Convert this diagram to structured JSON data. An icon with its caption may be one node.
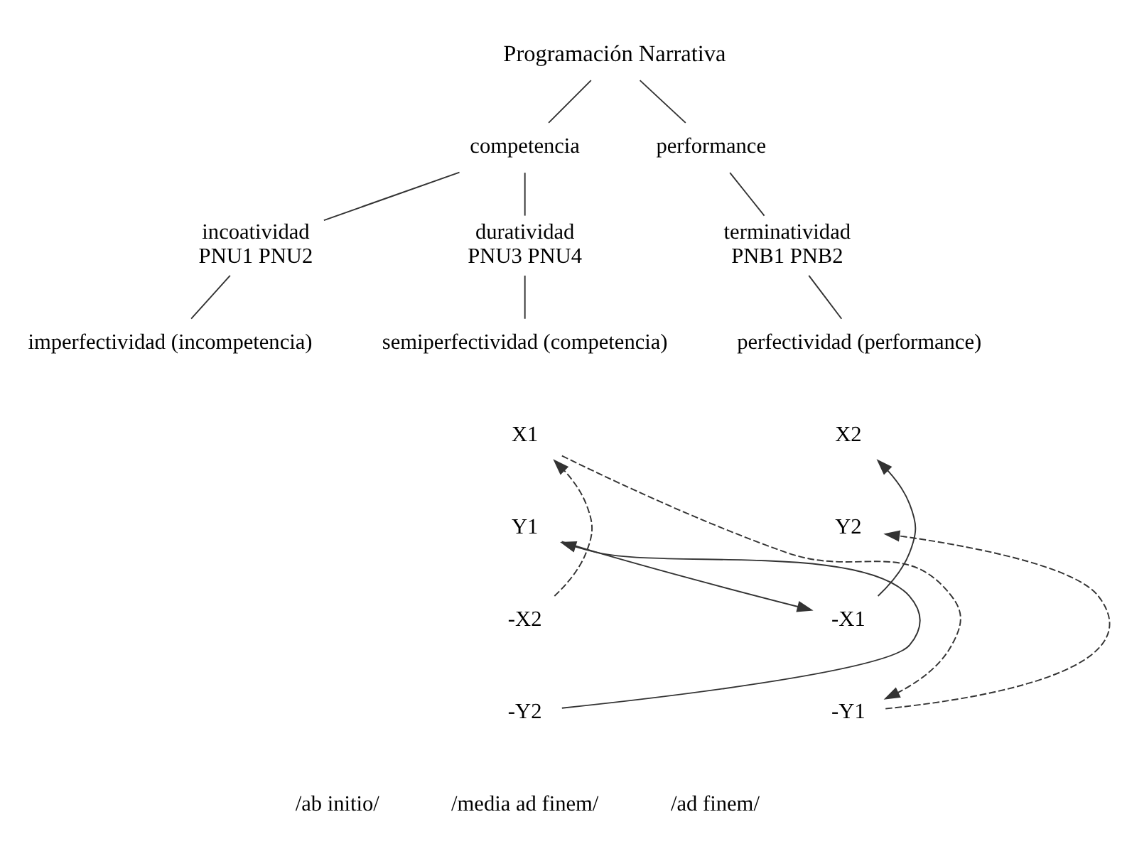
{
  "diagram": {
    "nodes": [
      {
        "text": [
          "Programación Narrativa"
        ]
      },
      {
        "text": [
          "competencia"
        ]
      },
      {
        "text": [
          "performance"
        ]
      },
      {
        "text": [
          "incoatividad",
          "PNU1 PNU2"
        ]
      },
      {
        "text": [
          "duratividad",
          "PNU3 PNU4"
        ]
      },
      {
        "text": [
          "terminatividad",
          "PNB1 PNB2"
        ]
      },
      {
        "text": [
          "imperfectividad (incompetencia)"
        ]
      },
      {
        "text": [
          "semiperfectividad (competencia)"
        ]
      },
      {
        "text": [
          "perfectividad (performance)"
        ]
      },
      {
        "text": [
          "X1"
        ]
      },
      {
        "text": [
          "X2"
        ]
      },
      {
        "text": [
          "Y1"
        ]
      },
      {
        "text": [
          "Y2"
        ]
      },
      {
        "text": [
          "-X2"
        ]
      },
      {
        "text": [
          "-X1"
        ]
      },
      {
        "text": [
          "-Y2"
        ]
      },
      {
        "text": [
          "-Y1"
        ]
      }
    ],
    "edges": [
      {
        "from": 0,
        "to": 1,
        "arrow": "none"
      },
      {
        "from": 0,
        "to": 2,
        "arrow": "none"
      },
      {
        "from": 1,
        "to": 3,
        "arrow": "none"
      },
      {
        "from": 1,
        "to": 4,
        "arrow": "none"
      },
      {
        "from": 2,
        "to": 5,
        "arrow": "none"
      },
      {
        "from": 3,
        "to": 6,
        "arrow": "none"
      },
      {
        "from": 4,
        "to": 7,
        "arrow": "none"
      },
      {
        "from": 5,
        "to": 8,
        "arrow": "none"
      },
      {
        "from": 13,
        "to": 9,
        "arrow": "to",
        "style": "dashed"
      },
      {
        "from": 9,
        "to": 16,
        "arrow": "to",
        "style": "dashed"
      },
      {
        "from": 15,
        "to": 11,
        "arrow": "to"
      },
      {
        "from": 11,
        "to": 14,
        "arrow": "to"
      },
      {
        "from": 14,
        "to": 10,
        "arrow": "to"
      },
      {
        "from": 16,
        "to": 12,
        "arrow": "to",
        "style": "dashed"
      }
    ],
    "labels": [
      "/ab initio/",
      "/media ad finem/",
      "/ad finem/"
    ]
  }
}
